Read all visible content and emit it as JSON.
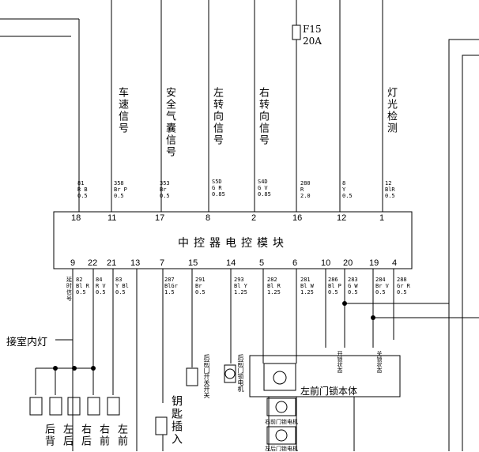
{
  "fuse": {
    "name": "F15",
    "rating": "20A"
  },
  "module_title": "中控器电控模块",
  "top_signals": [
    {
      "pin": "18",
      "spec": "81\nR B\n0.5",
      "label": ""
    },
    {
      "pin": "11",
      "spec": "358\nBr P\n0.5",
      "label": "车速信号"
    },
    {
      "pin": "17",
      "spec": "353\nBr\n0.5",
      "label": "安全气囊信号"
    },
    {
      "pin": "8",
      "spec": "S5D\nG R\n0.85",
      "label": "左转向信号"
    },
    {
      "pin": "2",
      "spec": "S4D\nG V\n0.85",
      "label": "右转向信号"
    },
    {
      "pin": "16",
      "spec": "280\nR\n2.0",
      "label": ""
    },
    {
      "pin": "12",
      "spec": "8\nY\n0.5",
      "label": ""
    },
    {
      "pin": "1",
      "spec": "12\nBlR\n0.5",
      "label": "灯光检测"
    }
  ],
  "bottom_pins": [
    {
      "pin": "9",
      "spec": "延时信号"
    },
    {
      "pin": "22",
      "spec": "82\nBl R\n0.5"
    },
    {
      "pin": "21",
      "spec": "84\nR V\n0.5"
    },
    {
      "pin": "13",
      "spec": "83\nY Bl\n0.5"
    },
    {
      "pin": "7",
      "spec": "287\nBlGr\n1.5"
    },
    {
      "pin": "15",
      "spec": "291\nBr\n0.5"
    },
    {
      "pin": "14",
      "spec": "293\nBl Y\n1.25"
    },
    {
      "pin": "5",
      "spec": "282\nBl R\n1.25"
    },
    {
      "pin": "6",
      "spec": "281\nBl W\n1.25"
    },
    {
      "pin": "10",
      "spec": "286\nBl P\n0.5"
    },
    {
      "pin": "20",
      "spec": "283\nG W\n0.5"
    },
    {
      "pin": "19",
      "spec": "284\nBr V\n0.5"
    },
    {
      "pin": "4",
      "spec": "288\nGr R\n0.5"
    }
  ],
  "labels": {
    "interior_light": "接室内灯",
    "key_insert": "钥匙插入",
    "rear_door_switch": "后前门开关开关",
    "rear_door_motor": "后前门锁电机",
    "left_front_lock": "左前门锁本体",
    "lock_state_switch": "开锁状态",
    "key_state_switch": "关锁状态",
    "motor_a": "右前门锁电机",
    "motor_b": "左后门锁电机"
  },
  "door_switches": [
    "后背",
    "左后",
    "右后",
    "右前",
    "左前"
  ]
}
